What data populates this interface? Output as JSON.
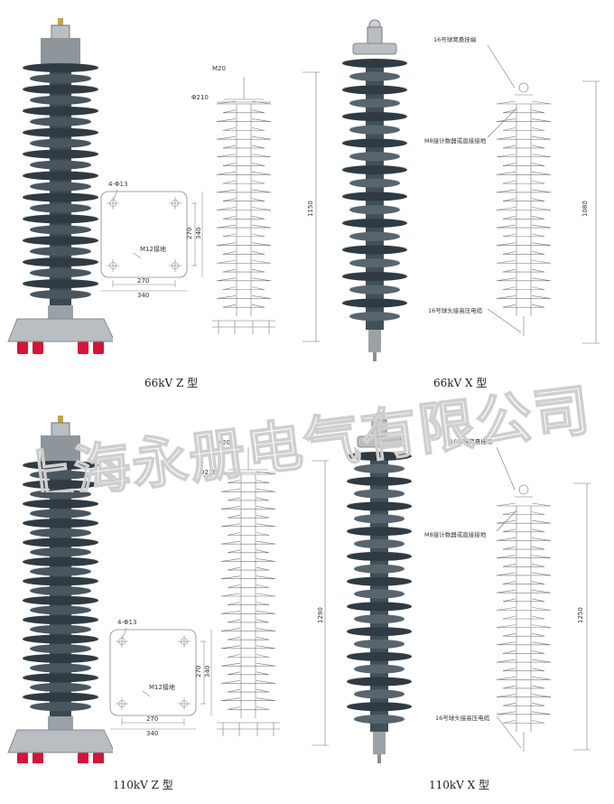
{
  "colors": {
    "shed_dark": "#2f3a42",
    "shed_light": "#a9b1b6",
    "metal": "#b9bec2",
    "terminal_red": "#d4143a",
    "drawing_line": "#777777",
    "watermark": "#d8d8d8"
  },
  "watermark": {
    "text": "上海永册电气有限公司"
  },
  "sections": [
    {
      "caption": "66kV  Z 型",
      "plate": {
        "holes_label": "4-Φ13",
        "ground_label": "M12接地",
        "dim_270_h": "270",
        "dim_340_h": "340",
        "dim_270_v": "270",
        "dim_340_v": "340"
      },
      "drawing": {
        "top_bolt": "M20",
        "diameter": "Φ210",
        "height": "1150"
      }
    },
    {
      "caption": "66kV  X 型",
      "drawing": {
        "hang_label": "16号球窝悬挂端",
        "counter_label": "M8接计数器或直接接地",
        "cable_label": "16号球头接高压电缆",
        "height": "1080"
      }
    },
    {
      "caption": "110kV  Z 型",
      "plate": {
        "holes_label": "4-Φ13",
        "ground_label": "M12接地",
        "dim_270_h": "270",
        "dim_340_h": "340",
        "dim_270_v": "270",
        "dim_340_v": "340"
      },
      "drawing": {
        "top_bolt": "M20",
        "diameter": "Φ210",
        "height": "1290"
      }
    },
    {
      "caption": "110kV  X 型",
      "drawing": {
        "hang_label": "16号球窝悬挂端",
        "counter_label": "M8接计数器或直接接地",
        "cable_label": "16号球头接高压电缆",
        "height": "1250"
      }
    }
  ]
}
